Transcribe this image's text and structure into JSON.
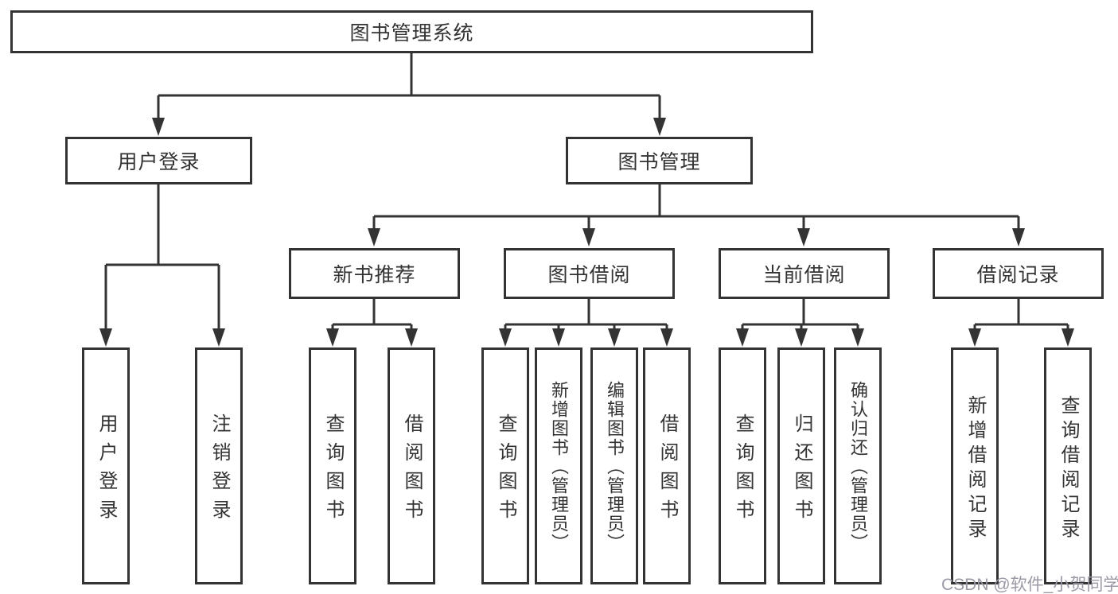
{
  "title": "图书管理系统",
  "tree": {
    "root": "图书管理系统",
    "branches": [
      {
        "label": "用户登录",
        "children": [
          {
            "label": "用户登录"
          },
          {
            "label": "注销登录"
          }
        ]
      },
      {
        "label": "图书管理",
        "children": [
          {
            "label": "新书推荐",
            "children": [
              {
                "label": "查询图书"
              },
              {
                "label": "借阅图书"
              }
            ]
          },
          {
            "label": "图书借阅",
            "children": [
              {
                "label": "查询图书"
              },
              {
                "label": "新增图书（管理员）"
              },
              {
                "label": "编辑图书（管理员）"
              },
              {
                "label": "借阅图书"
              }
            ]
          },
          {
            "label": "当前借阅",
            "children": [
              {
                "label": "查询图书"
              },
              {
                "label": "归还图书"
              },
              {
                "label": "确认归还（管理员）"
              }
            ]
          },
          {
            "label": "借阅记录",
            "children": [
              {
                "label": "新增借阅记录"
              },
              {
                "label": "查询借阅记录"
              }
            ]
          }
        ]
      }
    ]
  },
  "watermark": "CSDN @软件_小贺同学",
  "colors": {
    "line": "#333333",
    "text": "#333333",
    "box_bg": "#ffffff",
    "background": "#ffffff",
    "watermark_color": "#9a9aa6"
  }
}
